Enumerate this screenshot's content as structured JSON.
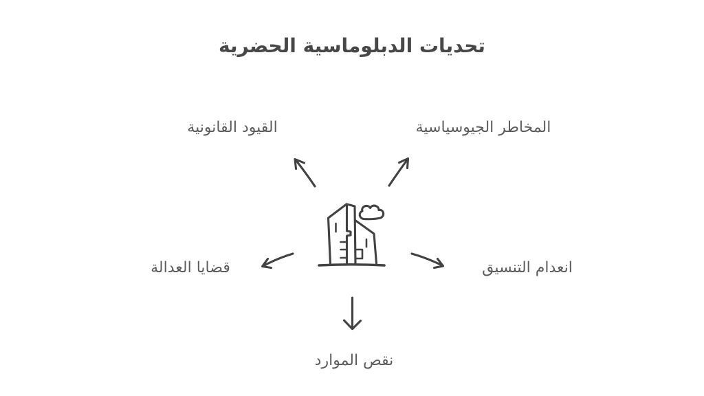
{
  "title": "تحديات الدبلوماسية الحضرية",
  "text_direction": "rtl",
  "diagram_type": "radial-mindmap",
  "center_icon": "city-buildings-with-cloud-icon",
  "nodes": [
    {
      "id": "legal-constraints",
      "label": "القيود القانونية",
      "position": "top-left"
    },
    {
      "id": "geopolitical-risks",
      "label": "المخاطر الجيوسياسية",
      "position": "top-right"
    },
    {
      "id": "justice-issues",
      "label": "قضايا العدالة",
      "position": "left"
    },
    {
      "id": "lack-of-coordination",
      "label": "انعدام التنسيق",
      "position": "right"
    },
    {
      "id": "resource-shortage",
      "label": "نقص الموارد",
      "position": "bottom"
    }
  ],
  "colors": {
    "background": "#ffffff",
    "title_color": "#474747",
    "label_color": "#5c5c5c",
    "ink_color": "#424242"
  }
}
